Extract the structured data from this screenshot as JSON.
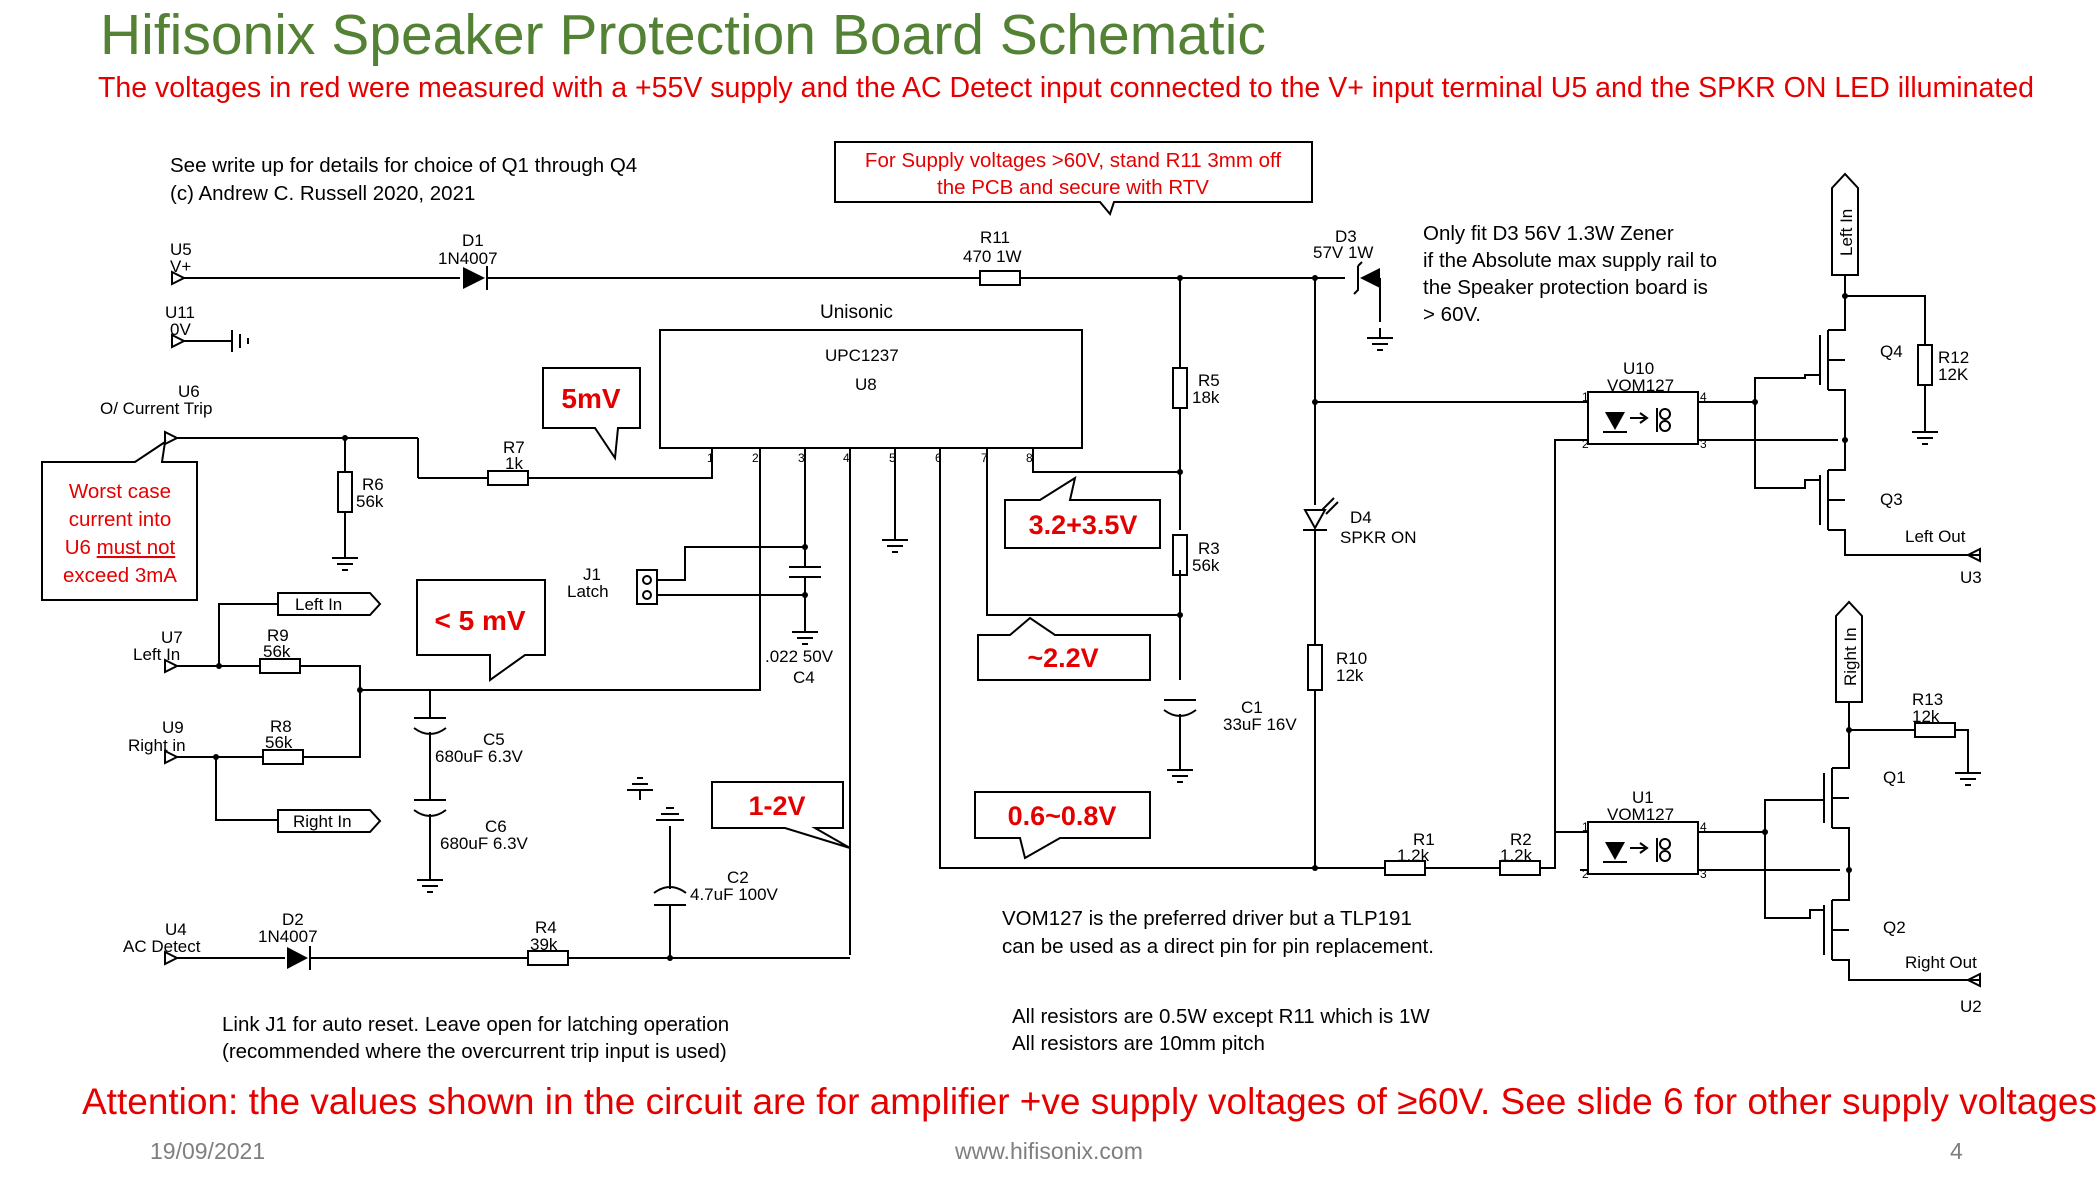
{
  "title": "Hifisonix Speaker Protection Board Schematic",
  "subtitle": "The voltages in red were measured with a +55V supply and the AC Detect input connected to the V+ input terminal U5 and the SPKR ON LED illuminated",
  "attention": "Attention: the values shown in the circuit are for amplifier +ve supply voltages of ≥60V. See slide 6 for other supply voltages",
  "footer": {
    "date": "19/09/2021",
    "url": "www.hifisonix.com",
    "page": "4"
  },
  "notes": {
    "writeup": "See write up for details for choice of Q1 through Q4",
    "copyright": "(c) Andrew C. Russell 2020, 2021",
    "r11_line1": "For Supply voltages >60V, stand R11 3mm off",
    "r11_line2": "the PCB and secure with RTV",
    "zener_line1": "Only fit D3 56V 1.3W Zener",
    "zener_line2": "if the Absolute max supply rail to",
    "zener_line3": "the Speaker protection board is",
    "zener_line4": "> 60V.",
    "vom_line1": "VOM127 is the preferred driver but a TLP191",
    "vom_line2": "can be used as a direct pin for pin replacement.",
    "link_line1": "Link J1 for auto reset. Leave open for latching operation",
    "link_line2": "(recommended where the overcurrent trip input is used)",
    "res_line1": "All resistors are 0.5W except R11 which is 1W",
    "res_line2": "All resistors are 10mm pitch",
    "worst_line1": "Worst case",
    "worst_line2": "current into",
    "worst_line3": "U6 ",
    "worst_line3_u": "must not",
    "worst_line4": "exceed 3mA"
  },
  "callouts": {
    "c5mv": "5mV",
    "c32": "3.2+3.5V",
    "c5mv2": "< 5 mV",
    "c22": "~2.2V",
    "c12": "1-2V",
    "c06": "0.6~0.8V"
  },
  "components": {
    "u5_ref": "U5",
    "u5_name": "V+",
    "u11_ref": "U11",
    "u11_name": "0V",
    "u6_ref": "U6",
    "u6_name": "O/ Current Trip",
    "u7_ref": "U7",
    "u7_name": "Left In",
    "u9_ref": "U9",
    "u9_name": "Right in",
    "u4_ref": "U4",
    "u4_name": "AC Detect",
    "d1_ref": "D1",
    "d1_val": "1N4007",
    "d2_ref": "D2",
    "d2_val": "1N4007",
    "d3_ref": "D3",
    "d3_val": "57V 1W",
    "d4_ref": "D4",
    "d4_val": "SPKR ON",
    "r11_ref": "R11",
    "r11_val": "470 1W",
    "r5_ref": "R5",
    "r5_val": "18k",
    "r3_ref": "R3",
    "r3_val": "56k",
    "r6_ref": "R6",
    "r6_val": "56k",
    "r7_ref": "R7",
    "r7_val": "1k",
    "r9_ref": "R9",
    "r9_val": "56k",
    "r8_ref": "R8",
    "r8_val": "56k",
    "r4_ref": "R4",
    "r4_val": "39k",
    "r10_ref": "R10",
    "r10_val": "12k",
    "r1_ref": "R1",
    "r1_val": "1.2k",
    "r2_ref": "R2",
    "r2_val": "1.2k",
    "r12_ref": "R12",
    "r12_val": "12K",
    "r13_ref": "R13",
    "r13_val": "12k",
    "c1_ref": "C1",
    "c1_val": "33uF 16V",
    "c4_ref": "C4",
    "c4_val": ".022 50V",
    "c5_ref": "C5",
    "c5_val": "680uF 6.3V",
    "c6_ref": "C6",
    "c6_val": "680uF 6.3V",
    "c2_ref": "C2",
    "c2_val": "4.7uF 100V",
    "j1_ref": "J1",
    "j1_name": "Latch",
    "u8_maker": "Unisonic",
    "u8_part": "UPC1237",
    "u8_ref": "U8",
    "u10_ref": "U10",
    "u10_part": "VOM127",
    "u1_ref": "U1",
    "u1_part": "VOM127",
    "q1": "Q1",
    "q2": "Q2",
    "q3": "Q3",
    "q4": "Q4",
    "left_in_tag": "Left In",
    "right_in_tag": "Right In",
    "left_out_name": "Left Out",
    "left_out_ref": "U3",
    "right_out_name": "Right Out",
    "right_out_ref": "U2"
  }
}
